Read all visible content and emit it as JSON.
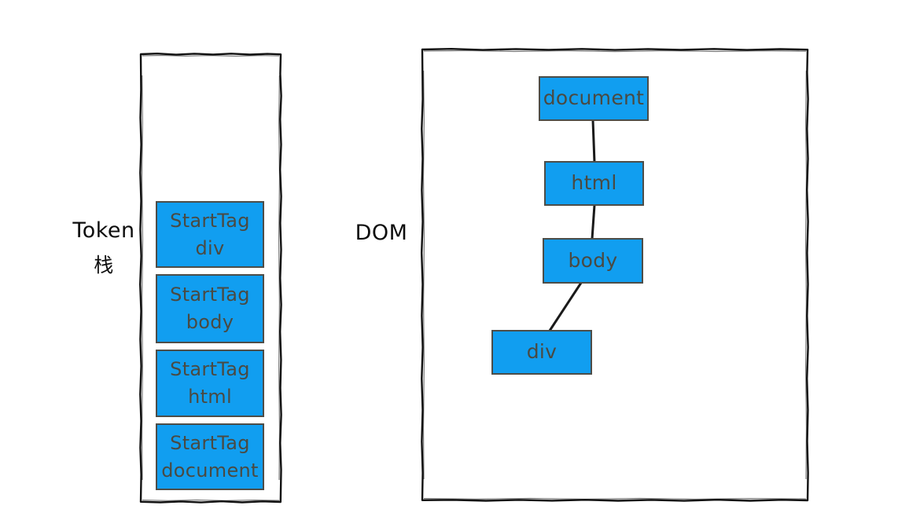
{
  "diagram": {
    "title_hidden": "",
    "colors": {
      "node_fill": "#119EF0",
      "node_border": "#4d4d48",
      "node_text": "#4a4a42",
      "frame_stroke": "#111111",
      "label_text": "#0d0d0d",
      "background": "#ffffff"
    }
  },
  "token_stack": {
    "label_main": "Token",
    "label_cjk": "栈",
    "items": [
      {
        "line1": "StartTag",
        "line2": "div"
      },
      {
        "line1": "StartTag",
        "line2": "body"
      },
      {
        "line1": "StartTag",
        "line2": "html"
      },
      {
        "line1": "StartTag",
        "line2": "document"
      }
    ]
  },
  "dom": {
    "label": "DOM",
    "nodes": [
      {
        "id": "document",
        "label": "document"
      },
      {
        "id": "html",
        "label": "html"
      },
      {
        "id": "body",
        "label": "body"
      },
      {
        "id": "div",
        "label": "div"
      }
    ],
    "edges": [
      {
        "from": "document",
        "to": "html"
      },
      {
        "from": "html",
        "to": "body"
      },
      {
        "from": "body",
        "to": "div"
      }
    ]
  }
}
